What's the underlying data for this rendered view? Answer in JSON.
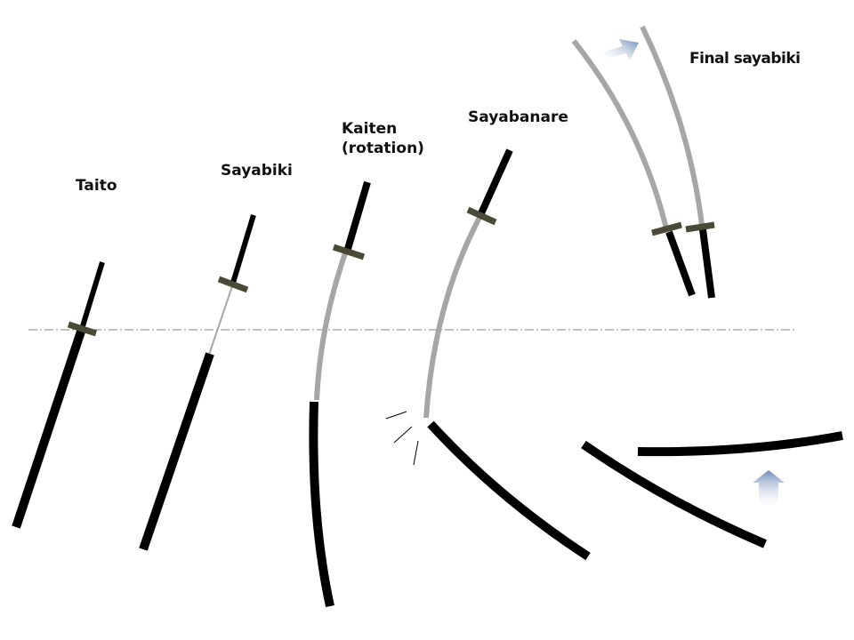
{
  "labels": {
    "taito": "Taito",
    "sayabiki": "Sayabiki",
    "kaiten_line1": "Kaiten",
    "kaiten_line2": "(rotation)",
    "sayabanare": "Sayabanare",
    "final_sayabiki": "Final sayabiki"
  },
  "colors": {
    "saya_and_tsuka": "#000000",
    "blade": "#a6a6a6",
    "tsuba": "#4a4a36",
    "reference_line": "#9a9a9a",
    "arrow": "#6f8bb8"
  },
  "icons": [
    "up-arrow-icon",
    "spark-lines-icon"
  ]
}
